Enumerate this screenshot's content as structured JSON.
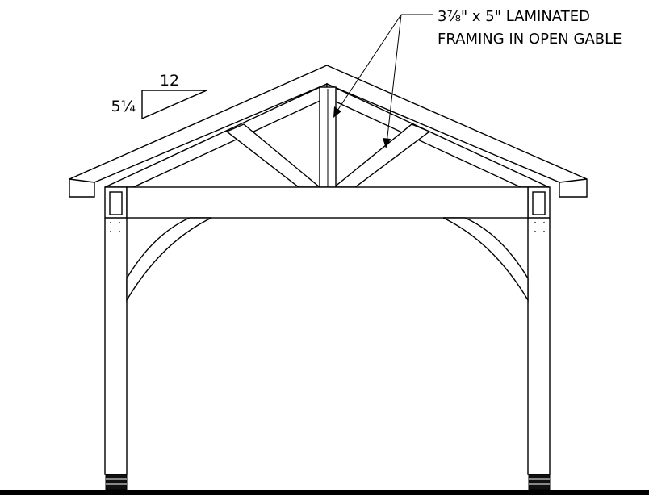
{
  "callout": {
    "line1": "3⅞\" x 5\" LAMINATED",
    "line2": "FRAMING IN OPEN GABLE"
  },
  "pitch": {
    "run": "12",
    "rise": "5¼"
  },
  "colors": {
    "line": "#000000",
    "background": "#ffffff"
  }
}
